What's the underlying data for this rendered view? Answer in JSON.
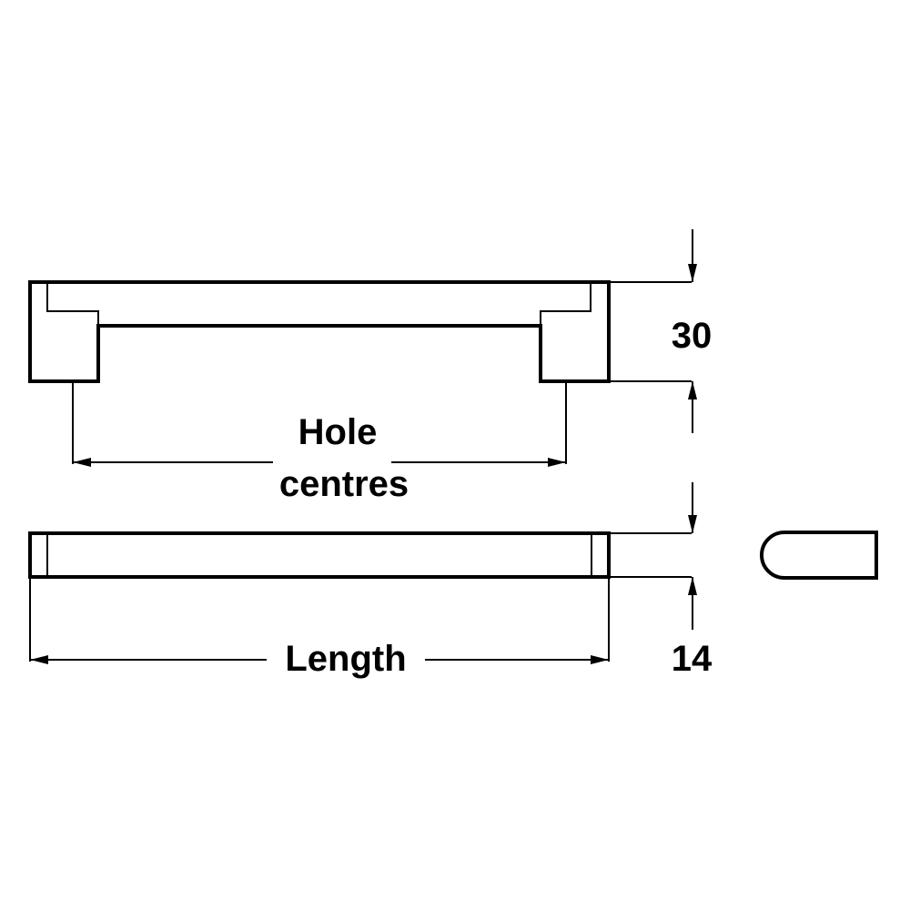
{
  "drawing": {
    "subject": "bar handle dimension drawing",
    "colors": {
      "line": "#000000",
      "background": "#ffffff"
    },
    "labels": {
      "hole_centres_line1": "Hole",
      "hole_centres_line2": "centres",
      "length": "Length",
      "height_value": "30",
      "depth_value": "14"
    }
  }
}
